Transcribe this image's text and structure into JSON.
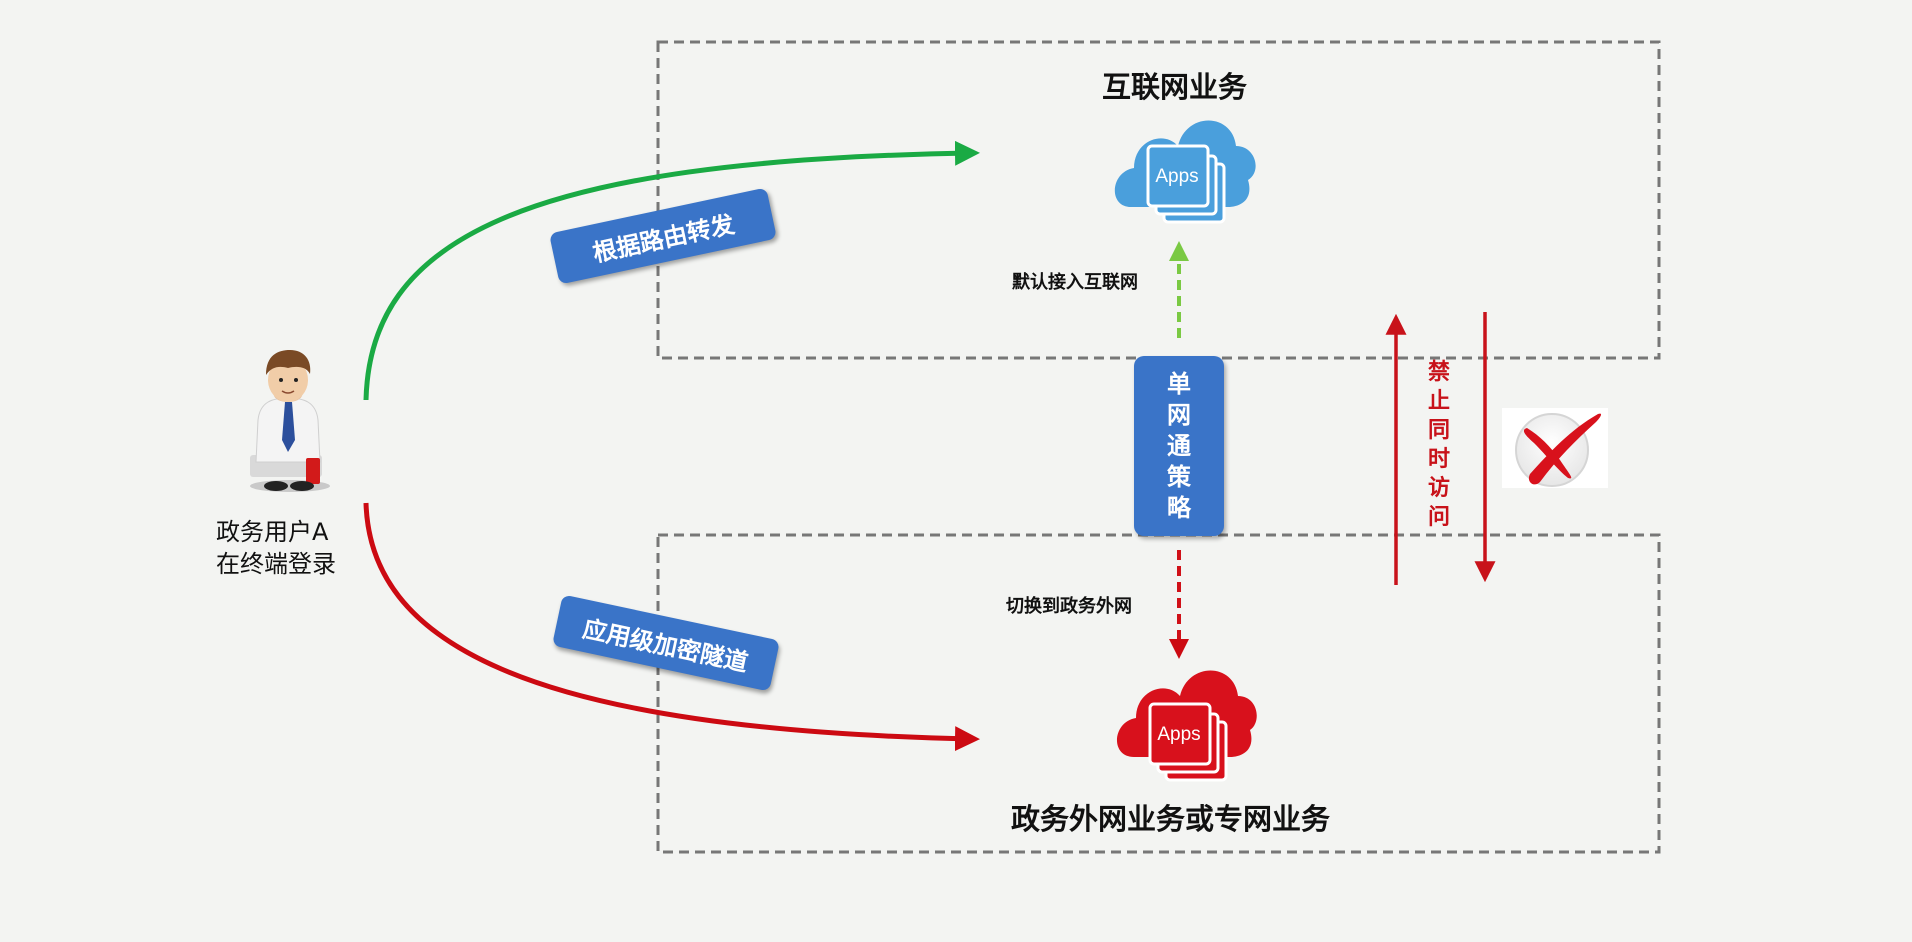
{
  "internet": {
    "title": "互联网业务",
    "app_label": "Apps",
    "color": "#4a9fdc"
  },
  "extranet": {
    "title": "政务外网业务或专网业务",
    "app_label": "Apps",
    "color": "#d8111c"
  },
  "user": {
    "line1": "政务用户A",
    "line2": "在终端登录"
  },
  "green_path": {
    "label": "根据路由转发",
    "color": "#1aaa44"
  },
  "red_path": {
    "label": "应用级加密隧道",
    "color": "#cc0a12"
  },
  "policy": {
    "chars": [
      "单",
      "网",
      "通",
      "策",
      "略"
    ]
  },
  "default_internet": "默认接入互联网",
  "switch_extranet": "切换到政务外网",
  "forbid": {
    "chars": [
      "禁",
      "止",
      "同",
      "时",
      "访",
      "问"
    ],
    "color": "#c8121a"
  },
  "colors": {
    "pill": "#3a74c8",
    "dashed_box": "#777777",
    "green_dashed": "#7ac943",
    "red_dashed": "#d01018"
  }
}
